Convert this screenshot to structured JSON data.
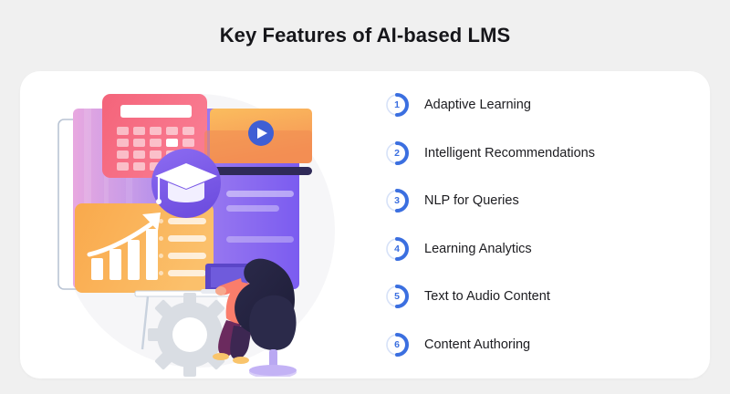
{
  "page": {
    "title": "Key Features of AI-based LMS",
    "background_color": "#f0f0f0",
    "card_color": "#ffffff"
  },
  "theme": {
    "accent_blue": "#3b6fe0",
    "badge_ring": "#d7e2f8",
    "title_color": "#16161a",
    "label_color": "#1c1c20",
    "purple": "#7b5cf0",
    "light_purple": "#a78bfa",
    "pink": "#f4647a",
    "orange": "#f9a94c",
    "gray_gear": "#d9dde3"
  },
  "illustration": {
    "name": "e-learning-illustration",
    "alt": "Person at a desk with laptop surrounded by learning cards",
    "elements": [
      "background-circle",
      "outline-frame",
      "purple-screen",
      "calculator-card",
      "video-player-card",
      "bar-chart-card",
      "graduation-cap-badge",
      "pie-chart",
      "person-at-desk",
      "desk",
      "chair",
      "laptop",
      "gear"
    ]
  },
  "features": [
    {
      "number": "1",
      "label": "Adaptive Learning"
    },
    {
      "number": "2",
      "label": "Intelligent Recommendations"
    },
    {
      "number": "3",
      "label": "NLP for Queries"
    },
    {
      "number": "4",
      "label": "Learning Analytics"
    },
    {
      "number": "5",
      "label": "Text to Audio Content"
    },
    {
      "number": "6",
      "label": "Content Authoring"
    }
  ]
}
